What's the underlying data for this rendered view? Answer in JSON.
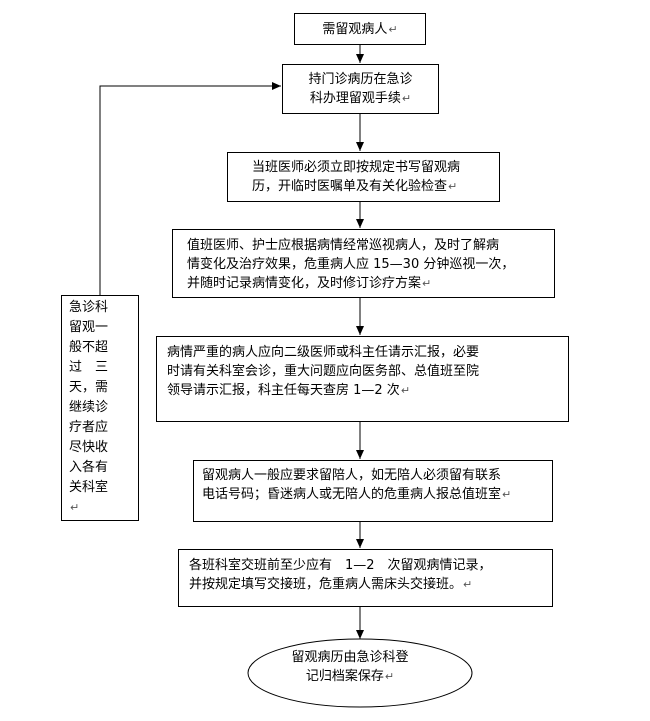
{
  "nodes": {
    "start": {
      "lines": [
        "需留观病人"
      ]
    },
    "step1": {
      "lines": [
        "持门诊病历在急诊",
        "科办理留观手续"
      ]
    },
    "step2": {
      "lines": [
        "当班医师必须立即按规定书写留观病",
        "历，开临时医嘱单及有关化验检查"
      ]
    },
    "step3": {
      "lines": [
        "值班医师、护士应根据病情经常巡视病人，及时了解病",
        "情变化及治疗效果，危重病人应 15—30 分钟巡视一次，",
        "并随时记录病情变化，及时修订诊疗方案"
      ]
    },
    "step4": {
      "lines": [
        "病情严重的病人应向二级医师或科主任请示汇报，必要",
        "时请有关科室会诊，重大问题应向医务部、总值班至院",
        "领导请示汇报，科主任每天查房 1—2 次"
      ]
    },
    "step5": {
      "lines": [
        "留观病人一般应要求留陪人，如无陪人必须留有联系",
        "电话号码；昏迷病人或无陪人的危重病人报总值班室"
      ]
    },
    "step6": {
      "lines": [
        "各班科室交班前至少应有　1—2　次留观病情记录，",
        "并按规定填写交接班，危重病人需床头交接班。"
      ]
    },
    "end": {
      "lines": [
        "留观病历由急诊科登",
        "记归档案保存"
      ]
    },
    "side": {
      "lines": [
        "急诊科",
        "留观一",
        "般不超",
        "过　三",
        "天，需",
        "继续诊",
        "疗者应",
        "尽快收",
        "入各有",
        "关科室"
      ]
    }
  },
  "return_mark": "↵",
  "colors": {
    "line": "#000000",
    "background": "#ffffff"
  }
}
